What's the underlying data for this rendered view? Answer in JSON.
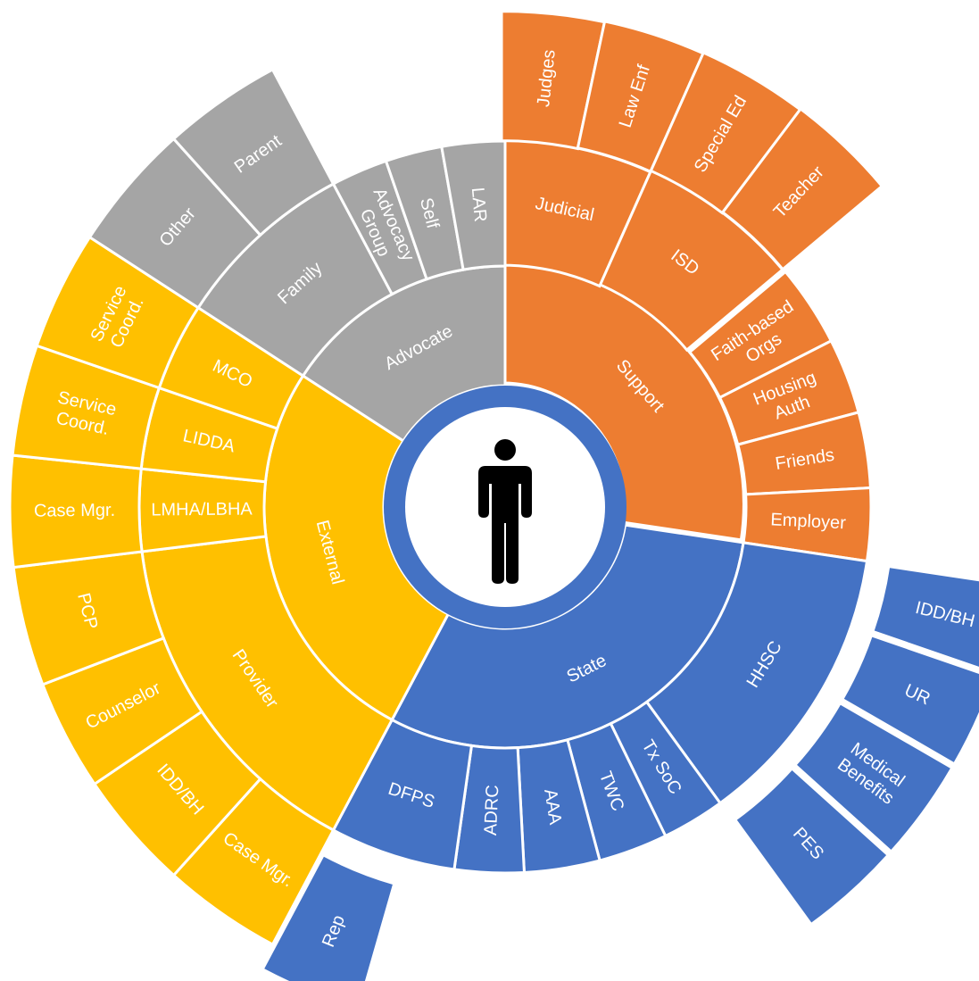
{
  "chart_data": {
    "type": "sunburst",
    "center_icon": "person-icon",
    "colors": {
      "Support": "#ED7D31",
      "State": "#4472C4",
      "External": "#FFC000",
      "Advocate": "#A5A5A5",
      "hub": "#4472C4",
      "hub_inner": "#ffffff",
      "figure": "#000000"
    },
    "categories": [
      {
        "name": "Support",
        "children": [
          {
            "name": "Judicial",
            "children": [
              {
                "name": "Judges"
              },
              {
                "name": "Law Enf"
              }
            ]
          },
          {
            "name": "ISD",
            "children": [
              {
                "name": "Special Ed"
              },
              {
                "name": "Teacher"
              }
            ]
          },
          {
            "name": "Faith-based Orgs"
          },
          {
            "name": "Housing Auth"
          },
          {
            "name": "Friends"
          },
          {
            "name": "Employer"
          }
        ]
      },
      {
        "name": "State",
        "children": [
          {
            "name": "HHSC",
            "children": [
              {
                "name": "IDD/BH"
              },
              {
                "name": "UR"
              },
              {
                "name": "Medical Benefits"
              },
              {
                "name": "PES"
              }
            ]
          },
          {
            "name": "Tx SoC"
          },
          {
            "name": "TWC"
          },
          {
            "name": "AAA"
          },
          {
            "name": "ADRC"
          },
          {
            "name": "DFPS",
            "children": [
              {
                "name": "Rep"
              }
            ]
          }
        ]
      },
      {
        "name": "External",
        "children": [
          {
            "name": "Provider",
            "children": [
              {
                "name": "Case Mgr."
              },
              {
                "name": "IDD/BH"
              },
              {
                "name": "Counselor"
              },
              {
                "name": "PCP"
              }
            ]
          },
          {
            "name": "LMHA/LBHA",
            "children": [
              {
                "name": "Case Mgr."
              }
            ]
          },
          {
            "name": "LIDDA",
            "children": [
              {
                "name": "Service Coord."
              }
            ]
          },
          {
            "name": "MCO",
            "children": [
              {
                "name": "Service Coord."
              }
            ]
          }
        ]
      },
      {
        "name": "Advocate",
        "children": [
          {
            "name": "Family",
            "children": [
              {
                "name": "Other"
              },
              {
                "name": "Parent"
              }
            ]
          },
          {
            "name": "Advocacy Group"
          },
          {
            "name": "Self"
          },
          {
            "name": "LAR"
          }
        ]
      }
    ]
  }
}
